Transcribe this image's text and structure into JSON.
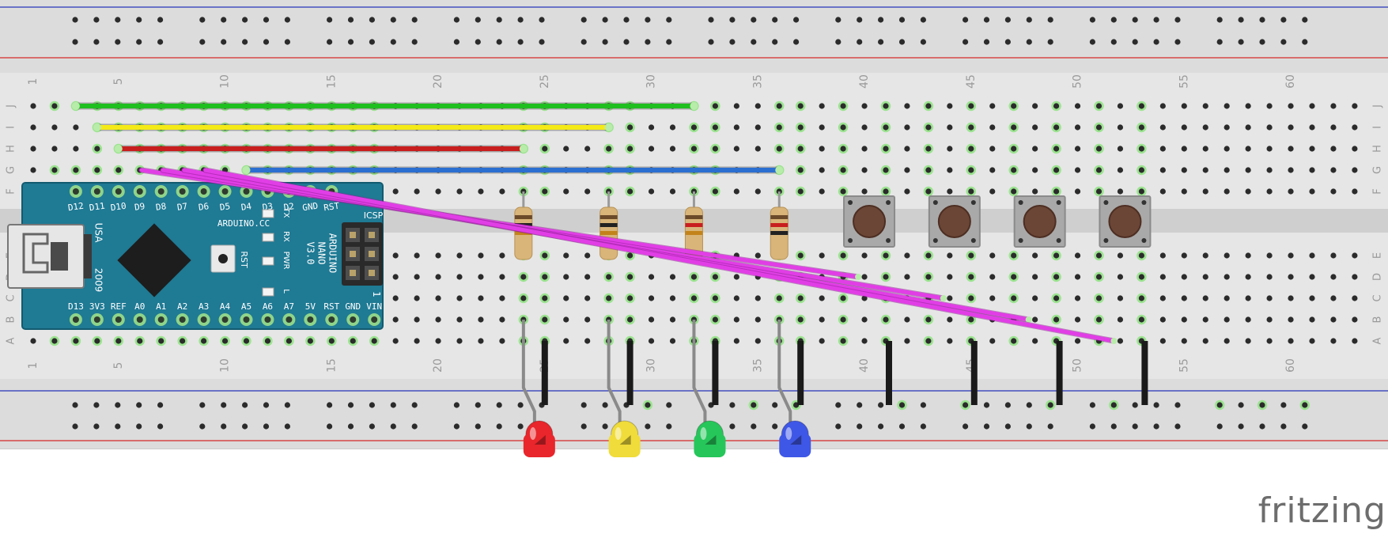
{
  "board": {
    "row_labels": [
      "J",
      "I",
      "H",
      "G",
      "F",
      "E",
      "D",
      "C",
      "B",
      "A"
    ],
    "column_numbers": [
      1,
      5,
      10,
      15,
      20,
      25,
      30,
      35,
      40,
      45,
      50,
      55,
      60
    ]
  },
  "arduino": {
    "top_pins": [
      "D12",
      "D11",
      "D10",
      "D9",
      "D8",
      "D7",
      "D6",
      "D5",
      "D4",
      "D3",
      "D2",
      "GND",
      "RST"
    ],
    "bottom_pins": [
      "D13",
      "3V3",
      "REF",
      "A0",
      "A1",
      "A2",
      "A3",
      "A4",
      "A5",
      "A6",
      "A7",
      "5V",
      "RST",
      "GND",
      "VIN"
    ],
    "usb_label": "USA",
    "year_label": "2009",
    "brand_label": "ARDUINO.CC",
    "model_lines": [
      "ARDUINO",
      "NANO",
      "V3.0"
    ],
    "led_labels": [
      "TX",
      "RX",
      "PWR",
      "L"
    ],
    "reset_label": "RST",
    "icsp_label": "ICSP",
    "icsp_pin_label": "1"
  },
  "leds": [
    {
      "color": "red",
      "hex": "#e8262b"
    },
    {
      "color": "yellow",
      "hex": "#f0dc3a"
    },
    {
      "color": "green",
      "hex": "#26c65a"
    },
    {
      "color": "blue",
      "hex": "#3f57e6"
    }
  ],
  "wires": [
    {
      "name": "green",
      "hex": "#1fbf1f"
    },
    {
      "name": "yellow",
      "hex": "#f4ea17"
    },
    {
      "name": "red",
      "hex": "#c81e1e"
    },
    {
      "name": "blue",
      "hex": "#2b6fd1"
    },
    {
      "name": "magenta",
      "hex": "#e13ee6"
    }
  ],
  "buttons_count": 4,
  "resistors_count": 4,
  "logo": "fritzing"
}
